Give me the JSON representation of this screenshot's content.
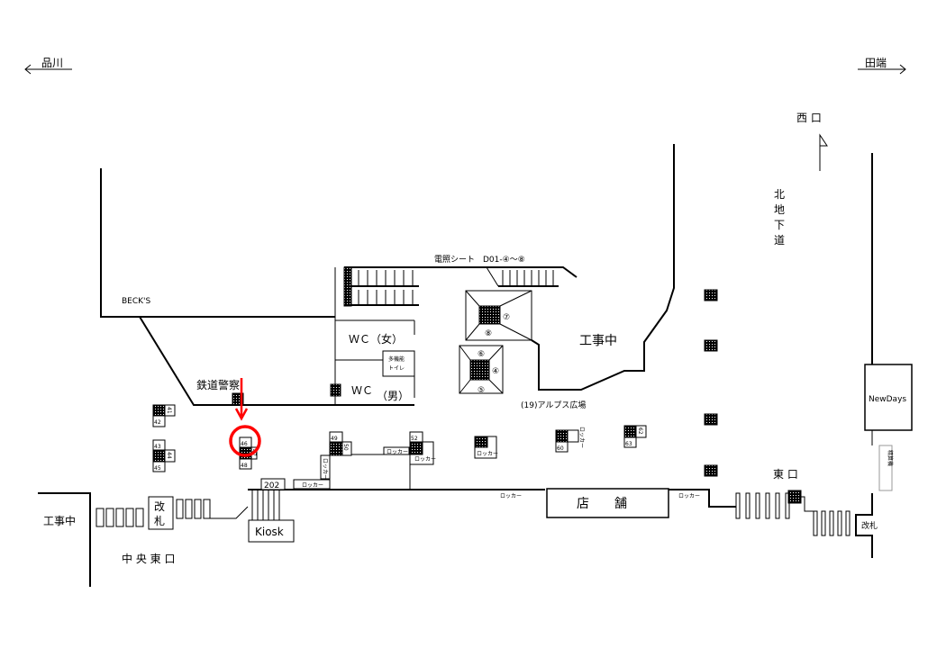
{
  "directions": {
    "left": "品川",
    "right": "田端"
  },
  "exits": {
    "west": "西 口",
    "east": "東 口",
    "central_east": "中 央 東 口",
    "north_underpass": [
      "北",
      "地",
      "下",
      "道"
    ]
  },
  "labels": {
    "becks": "BECK'S",
    "railway_police": "鉄道警察",
    "wc_women": "ＷＣ（女）",
    "wc_men_w": "ＷＣ",
    "wc_men_m": "（男）",
    "multi_toilet": [
      "多機能",
      "トイレ"
    ],
    "signage": "電照シート　D01-④～⑧",
    "construction_center": "工事中",
    "construction_left": "工事中",
    "alps_plaza": "(19)アルプス広場",
    "shop": "店　　舗",
    "kiosk": "Kiosk",
    "kiosk_no": "202",
    "newdays": "NewDays",
    "fare_adjust": "精算機",
    "gate_left": [
      "改",
      "札"
    ],
    "gate_right": "改札",
    "locker": "ロッカー"
  },
  "pillars": {
    "box1": [
      "⑦",
      "⑧"
    ],
    "box2": [
      "⑥",
      "④",
      "⑤"
    ]
  },
  "locker_numbers": [
    "41",
    "42",
    "43",
    "44",
    "45",
    "46",
    "47",
    "48",
    "49",
    "50",
    "52",
    "60",
    "62",
    "63"
  ],
  "highlight": {
    "target": "46",
    "color": "#ff0000"
  }
}
